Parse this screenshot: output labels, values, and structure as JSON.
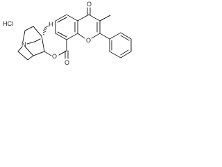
{
  "structure": {
    "salt_label": "HCl",
    "atoms": {
      "ring_oxygen": "O",
      "ketone_oxygen": "O",
      "ester_carbonyl_oxygen": "O",
      "ester_oxygen": "O",
      "quinuclidine_nitrogen": "N",
      "stereo_hydrogen": "H"
    },
    "colors": {
      "ink": "#222222",
      "background": "#ffffff"
    }
  }
}
